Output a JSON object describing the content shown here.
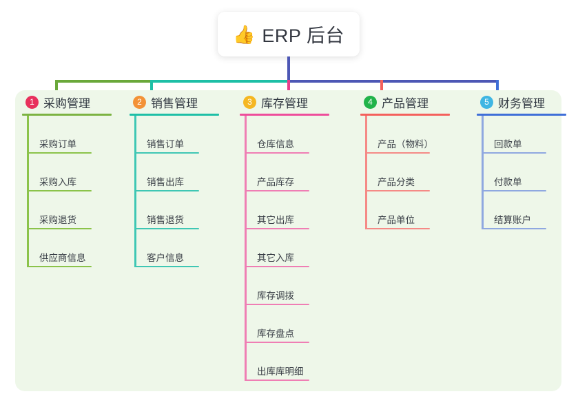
{
  "title": {
    "icon": "thumbs-up-emoji",
    "glyph": "👍",
    "text": "ERP 后台"
  },
  "colors": {
    "panel_bg": "#eef7e9",
    "page_bg": "#ffffff",
    "title_card_bg": "#ffffff",
    "stem": "#4d57b5",
    "connector_green": "#6aa83a",
    "connector_teal": "#1ebfa6",
    "connector_blue": "#4d57b5",
    "drop_green": "#6aa83a",
    "drop_teal": "#1ebfa6",
    "drop_pink": "#ea3d8c",
    "drop_red": "#f4605c",
    "drop_blue": "#3f6fd8"
  },
  "columns": [
    {
      "number": "1",
      "title": "采购管理",
      "badge_color": "#e8315c",
      "rule_color": "#7cb342",
      "spine_color": "#8bc34a",
      "item_rule_color": "#8bc34a",
      "items": [
        "采购订单",
        "采购入库",
        "采购退货",
        "供应商信息"
      ]
    },
    {
      "number": "2",
      "title": "销售管理",
      "badge_color": "#f39237",
      "rule_color": "#1ebfa6",
      "spine_color": "#3fc7b4",
      "item_rule_color": "#3fc7b4",
      "items": [
        "销售订单",
        "销售出库",
        "销售退货",
        "客户信息"
      ]
    },
    {
      "number": "3",
      "title": "库存管理",
      "badge_color": "#f5b722",
      "rule_color": "#ee4d9b",
      "spine_color": "#ef7eb4",
      "item_rule_color": "#ef7eb4",
      "items": [
        "仓库信息",
        "产品库存",
        "其它出库",
        "其它入库",
        "库存调拨",
        "库存盘点",
        "出库库明细"
      ]
    },
    {
      "number": "4",
      "title": "产品管理",
      "badge_color": "#21b34a",
      "rule_color": "#f4605c",
      "spine_color": "#f58a86",
      "item_rule_color": "#f58a86",
      "items": [
        "产品（物料）",
        "产品分类",
        "产品单位"
      ]
    },
    {
      "number": "5",
      "title": "财务管理",
      "badge_color": "#3fb6e3",
      "rule_color": "#3f6fd8",
      "spine_color": "#8fa8e0",
      "item_rule_color": "#8fa8e0",
      "items": [
        "回款单",
        "付款单",
        "结算账户"
      ]
    }
  ]
}
